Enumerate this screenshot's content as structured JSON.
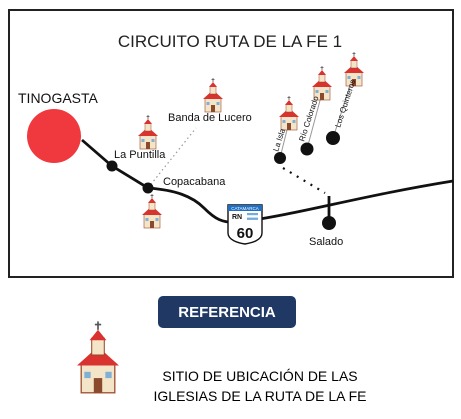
{
  "title": "CIRCUITO RUTA DE LA FE 1",
  "places": {
    "tinogasta": "TINOGASTA",
    "la_puntilla": "La Puntilla",
    "banda_de_lucero": "Banda de Lucero",
    "copacabana": "Copacabana",
    "la_isla": "La Isla",
    "rio_colorado": "Río Colorado",
    "los_quinteros": "Los Quinteros",
    "salado": "Salado"
  },
  "road_sign": {
    "province": "CATAMARCA",
    "prefix": "RN",
    "number": "60"
  },
  "reference_label": "REFERENCIA",
  "legend": {
    "icon": "church-icon",
    "line1": "SITIO DE UBICACIÓN DE LAS",
    "line2": "IGLESIAS DE LA RUTA DE LA FE"
  },
  "colors": {
    "tinogasta_marker": "#f0393f",
    "road": "#111111",
    "church_roof": "#d9332f",
    "church_wall": "#f4e4c8",
    "reference_bg": "#1f3864",
    "sign_blue": "#1f6fc4"
  }
}
